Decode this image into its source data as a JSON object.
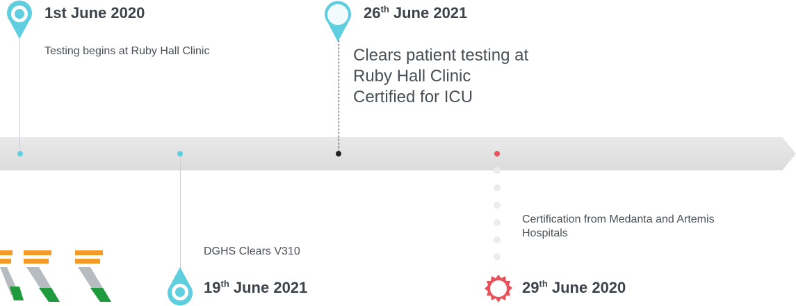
{
  "milestones": [
    {
      "date_day": "1st",
      "date_sup": "",
      "date_rest": " June 2020",
      "description": "Testing begins at Ruby Hall Clinic"
    },
    {
      "date_day": "26",
      "date_sup": "th",
      "date_rest": " June 2021",
      "lines": [
        "Clears patient testing at",
        "Ruby Hall Clinic",
        "Certified for ICU"
      ]
    },
    {
      "date_day": "19",
      "date_sup": "th",
      "date_rest": " June 2021",
      "description": "DGHS Clears V310"
    },
    {
      "date_day": "29",
      "date_sup": "th",
      "date_rest": " June 2020",
      "lines": [
        "Certification from Medanta and Artemis",
        "Hospitals"
      ]
    }
  ],
  "colors": {
    "accent_cyan": "#5fcfe0",
    "accent_red": "#e8525a",
    "bar": "#e3e3e3",
    "text": "#444a50"
  },
  "icons": [
    "map-pin-icon",
    "rupee-icon"
  ]
}
